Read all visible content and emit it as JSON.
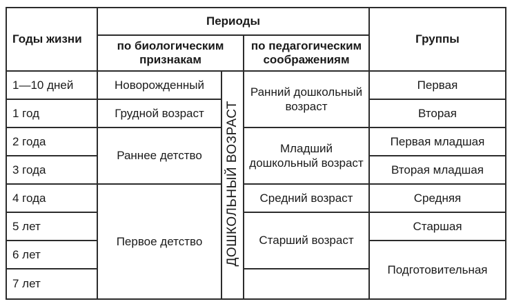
{
  "headers": {
    "years": "Годы жизни",
    "periods": "Периоды",
    "biological": "по биологическим признакам",
    "pedagogical": "по педагогическим соображениям",
    "groups": "Группы"
  },
  "vertical_label": "ДОШКОЛЬНЫЙ ВОЗРАСТ",
  "years": [
    "1—10 дней",
    "1 год",
    "2 года",
    "3 года",
    "4 года",
    "5 лет",
    "6 лет",
    "7 лет"
  ],
  "biological_periods": [
    "Новорожденный",
    "Грудной возраст",
    "Раннее детство",
    "Первое детство"
  ],
  "pedagogical_periods": [
    "Ранний дошкольный возраст",
    "Младший дошкольный возраст",
    "Средний возраст",
    "Старший возраст"
  ],
  "groups": [
    "Первая",
    "Вторая",
    "Первая младшая",
    "Вторая младшая",
    "Средняя",
    "Старшая",
    "Подготовительная"
  ]
}
